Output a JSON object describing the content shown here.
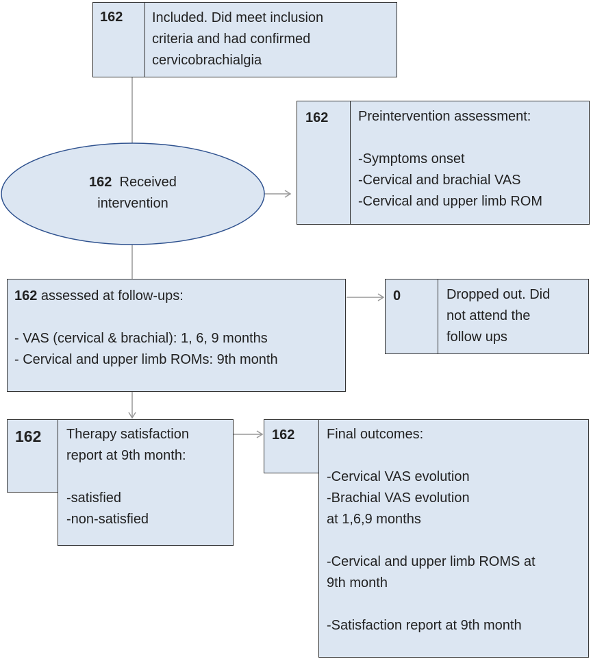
{
  "included": {
    "count": "162",
    "lines": [
      "Included. Did meet inclusion",
      "criteria and had confirmed",
      "cervicobrachialgia"
    ]
  },
  "intervention": {
    "count": "162",
    "line1": "Received",
    "line2": "intervention"
  },
  "preassessment": {
    "count": "162",
    "title": "Preintervention assessment:",
    "items": [
      "-Symptoms onset",
      "-Cervical and brachial VAS",
      "-Cervical and upper limb ROM"
    ]
  },
  "followup": {
    "count": "162",
    "title": " assessed at follow-ups:",
    "items": [
      "- VAS (cervical & brachial): 1, 6, 9 months",
      "- Cervical and upper limb ROMs: 9th month"
    ]
  },
  "dropped": {
    "count": "0",
    "lines": [
      "Dropped out. Did",
      "not attend the",
      "follow ups"
    ]
  },
  "satisfaction": {
    "count": "162",
    "lines": [
      "Therapy satisfaction",
      "report at 9th month:"
    ],
    "items": [
      "-satisfied",
      "-non-satisfied"
    ]
  },
  "final": {
    "count": "162",
    "title": "Final outcomes:",
    "group1": [
      "-Cervical VAS evolution",
      "-Brachial VAS evolution",
      "at 1,6,9 months"
    ],
    "group2": [
      "-Cervical and upper limb ROMS at",
      "9th month"
    ],
    "group3": [
      "-Satisfaction report at 9th month"
    ]
  }
}
